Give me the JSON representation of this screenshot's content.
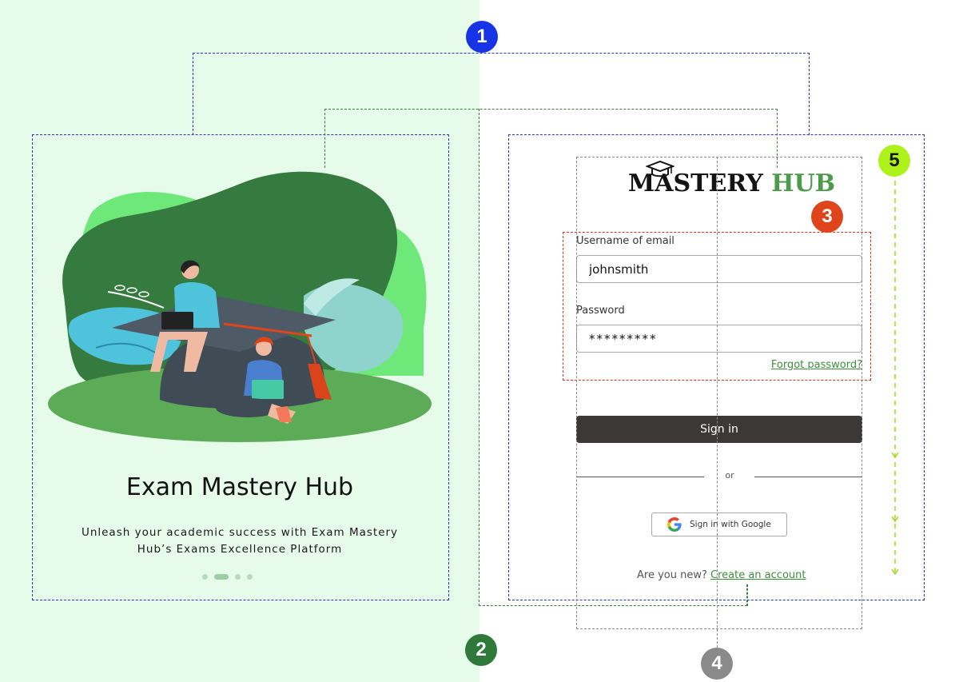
{
  "left_panel": {
    "title": "Exam Mastery Hub",
    "subtitle": "Unleash your academic success with Exam Mastery Hub’s Exams Excellence Platform",
    "carousel": {
      "count": 4,
      "active_index": 1
    }
  },
  "logo": {
    "word1": "MASTERY",
    "word2": "HUB",
    "icon": "graduation-cap-icon"
  },
  "form": {
    "username_label": "Username of email",
    "username_value": "johnsmith",
    "password_label": "Password",
    "password_value": "*********",
    "forgot_link": "Forgot password?",
    "signin_label": "Sign in",
    "or_text": "or",
    "google_label": "Sign in with Google",
    "google_icon": "google-g-icon",
    "new_prefix": "Are you new?",
    "create_link": "Create an account"
  },
  "annotations": {
    "badge1": "1",
    "badge2": "2",
    "badge3": "3",
    "badge4": "4",
    "badge5": "5"
  },
  "colors": {
    "left_background": "#e6fbe9",
    "brand_green": "#4d9a4a",
    "signin_button": "#3d3838",
    "blue_annotation": "#1733e6",
    "green_annotation": "#2f7a3a",
    "red_annotation": "#e0441a",
    "gray_annotation": "#8a8a8a",
    "lime_annotation": "#aef21b"
  }
}
